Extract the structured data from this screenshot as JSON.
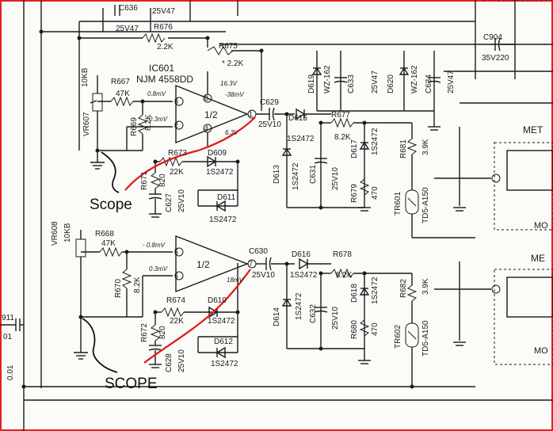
{
  "labels": {
    "c636": "C636",
    "v25v47_top": "25V47",
    "v25v47_c636": "25V47",
    "r676": "R676",
    "r676_val": "2.2K",
    "r675": "R675",
    "r675_val": "* 2.2K",
    "ic601": "IC601",
    "ic_part": "NJM 4558DD",
    "r667": "R667",
    "r667_val": "47K",
    "kb10_upper": "10KB",
    "vr607": "VR607",
    "r669": "R669",
    "r669_val": "8.2K",
    "mv08": "0.8mV",
    "mv03_upper": "0.3mV",
    "v163": "16.3V",
    "mv38": "-38mV",
    "v63": "6.3V",
    "half_upper": "1/2",
    "pin3": "3",
    "pin2": "2",
    "pin8": "8",
    "pin4": "4",
    "pin1": "1",
    "c629": "C629",
    "v25v10_c629": "25V10",
    "d615": "D615",
    "s2472_d615": "1S2472",
    "r677": "R677",
    "r677_val": "8.2K",
    "r673": "R673",
    "r673_val": "22K",
    "d609": "D609",
    "s2472_d609": "1S2472",
    "d611": "D611",
    "s2472_d611": "1S2472",
    "r671": "R671",
    "r820_upper": "820",
    "c627": "C627",
    "v25v10_c627": "25V10",
    "d619": "D619",
    "wz162_a": "WZ-162",
    "c633": "C633",
    "v25v47_c633": "25V47",
    "d620": "D620",
    "wz162_b": "WZ-162",
    "c634": "C634",
    "v25v47_c634": "25V47",
    "c904": "C904",
    "c904_val": "35V220",
    "d613": "D613",
    "s2472_d613": "1S2472",
    "c631": "C631",
    "v25v10_c631": "25V10",
    "d617": "D617",
    "s2472_d617": "1S2472",
    "r679": "R679",
    "r470_upper": "470",
    "r681": "R681",
    "r681_val": "3.9K",
    "tr601": "TR601",
    "td5a150_upper": "TD5-A150",
    "vr608": "VR608",
    "kb10_lower": "10KB",
    "r668": "R668",
    "r668_val": "47K",
    "r670": "R670",
    "r670_val": "8.2K",
    "mv08_neg": "- 0.8mV",
    "mv03_lower": "0.3mV",
    "half_lower": "1/2",
    "pin5": "5",
    "pin6": "6",
    "pin7": "7",
    "c630": "C630",
    "mv18": "18mV",
    "v25v10_c630": "25V10",
    "d616": "D616",
    "s2472_d616": "1S2472",
    "r678": "R678",
    "r678_val": "8.2K",
    "r674": "R674",
    "r674_val": "22K",
    "d610": "D610",
    "s2472_d610": "1S2472",
    "d612": "D612",
    "s2472_d612": "1S2472",
    "r672": "R672",
    "r820_lower": "820",
    "c628": "C628",
    "v25v10_c628": "25V10",
    "d614": "D614",
    "s2472_d614": "1S2472",
    "c632": "C632",
    "v25v10_c632": "25V10",
    "d618": "D618",
    "s2472_d618": "1S2472",
    "r680": "R680",
    "r470_lower": "470",
    "r682": "R682",
    "r682_val": "3.9K",
    "tr602": "TR602",
    "td5a150_lower": "TD5-A150",
    "c911": "911",
    "c911_val": "01",
    "c_001": "0.01",
    "met_upper": "MET",
    "mo_upper": "MO",
    "met_lower": "ME",
    "mo_lower": "MO"
  },
  "annotations": {
    "scope_upper": "Scope",
    "scope_lower": "SCOPE"
  },
  "colors": {
    "annotation_red": "#e11818",
    "border_red": "#e02020",
    "ink": "#1a1a1a"
  }
}
